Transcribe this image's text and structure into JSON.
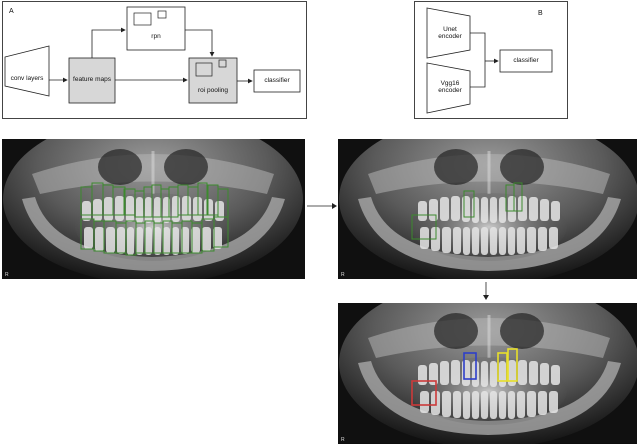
{
  "panel_a": {
    "letter": "A",
    "nodes": {
      "conv_layers": "conv layers",
      "feature_maps": "feature maps",
      "rpn": "rpn",
      "roi_pooling": "roi pooling",
      "classifier": "classifier"
    }
  },
  "panel_b": {
    "letter": "B",
    "nodes": {
      "unet_encoder": "Unet\nencoder",
      "vgg16_encoder": "Vgg16\nencoder",
      "classifier": "classifier"
    }
  },
  "xray_corner_mark": "R",
  "colors": {
    "detection_box": "#3c8a2e",
    "class_red": "#cc3a3a",
    "class_blue": "#2e3fc9",
    "class_yellow": "#e8e02a",
    "node_fill": "#d7d7d7",
    "stroke": "#222222"
  }
}
